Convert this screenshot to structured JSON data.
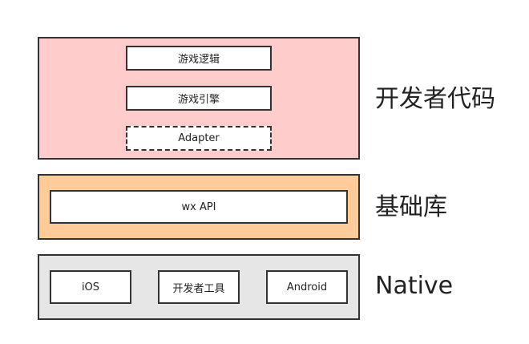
{
  "layers": {
    "developer_code": {
      "label": "开发者代码",
      "color": "#ffcccc",
      "boxes": {
        "game_logic": "游戏逻辑",
        "game_engine": "游戏引擎",
        "adapter": "Adapter"
      }
    },
    "base_library": {
      "label": "基础库",
      "color": "#ffcc99",
      "boxes": {
        "wx_api": "wx API"
      }
    },
    "native": {
      "label": "Native",
      "color": "#e6e6e6",
      "boxes": {
        "ios": "iOS",
        "devtools": "开发者工具",
        "android": "Android"
      }
    }
  }
}
